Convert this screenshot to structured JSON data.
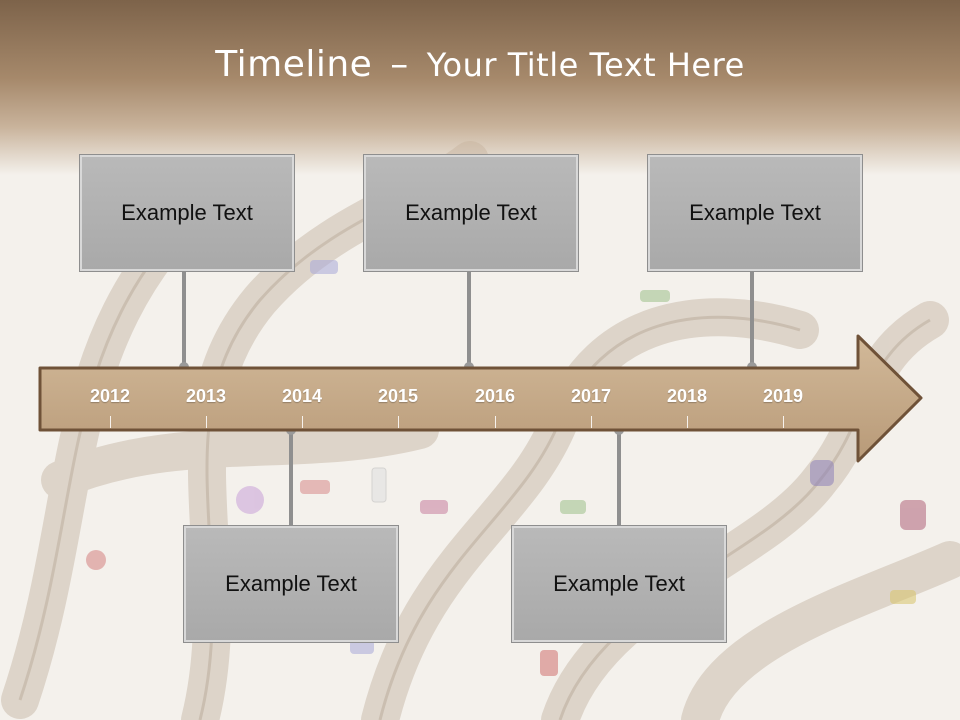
{
  "slide": {
    "title_main": "Timeline",
    "title_sep": "–",
    "title_sub": "Your Title Text Here"
  },
  "timeline": {
    "years": [
      "2012",
      "2013",
      "2014",
      "2015",
      "2016",
      "2017",
      "2018",
      "2019"
    ]
  },
  "callouts": {
    "top": [
      "Example Text",
      "Example Text",
      "Example Text"
    ],
    "bottom": [
      "Example Text",
      "Example Text"
    ]
  },
  "colors": {
    "header": "#7d634a",
    "arrow_fill": "#c4a98a",
    "arrow_outline": "#6f5238",
    "callout_fill": "#b2b2b2",
    "connector": "#8f8f8f"
  }
}
